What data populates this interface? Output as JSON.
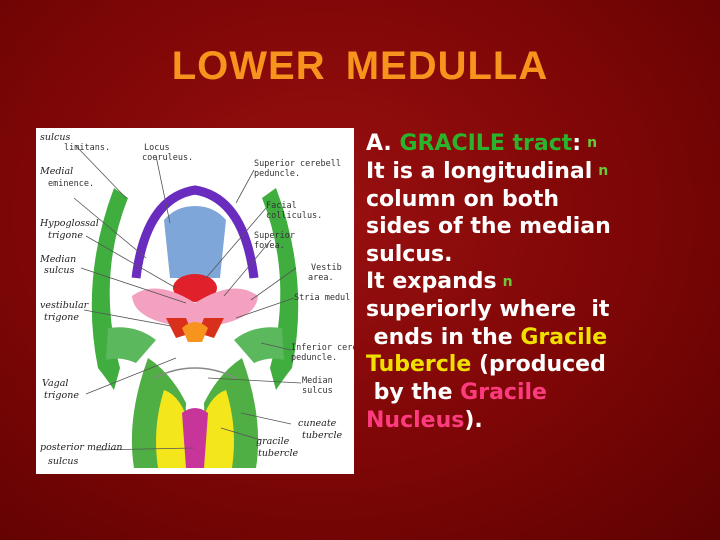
{
  "slide": {
    "title": "LOWER  MEDULLA",
    "bullet_glyph": "n",
    "text": {
      "line1_prefix": "A. ",
      "line1_highlight": "GRACILE tract",
      "line1_suffix": ":",
      "line2": "It is a longitudinal",
      "line3": "column on both",
      "line4": "sides of the median",
      "line5": "sulcus.",
      "line6": "It expands",
      "line7": "superiorly where  it",
      "line8_prefix": " ends in the ",
      "line8_highlight": "Gracile",
      "line9_highlight": "Tubercle",
      "line9_suffix": " (produced",
      "line10_prefix": " by the ",
      "line10_highlight": "Gracile",
      "line11_highlight": "Nucleus",
      "line11_suffix": ")."
    },
    "diagram_labels": {
      "sulcus_limitans_1": "sulcus",
      "sulcus_limitans_2": "limitans.",
      "locus_1": "Locus",
      "locus_2": "coeruleus.",
      "sup_cerebellar_1": "Superior cerebell",
      "sup_cerebellar_2": "peduncle.",
      "medial_eminence_1": "Medial",
      "medial_eminence_2": "eminence.",
      "facial_colliculus_1": "Facial",
      "facial_colliculus_2": "colliculus.",
      "hypoglossal_1": "Hypoglossal",
      "hypoglossal_2": "trigone",
      "superior_fovea_1": "Superior",
      "superior_fovea_2": "fovea.",
      "median_sulcus_1": "Median",
      "median_sulcus_2": "sulcus",
      "vestibular_area_1": "Vestib",
      "vestibular_area_2": "area.",
      "vestibular_trigone_1": "vestibular",
      "vestibular_trigone_2": "trigone",
      "stria_medullaris": "Stria medul",
      "inferior_peduncle_1": "Inferior cere",
      "inferior_peduncle_2": "peduncle.",
      "vagal_trigone_1": "Vagal",
      "vagal_trigone_2": "trigone",
      "median_sulcus_lower_1": "Median",
      "median_sulcus_lower_2": "sulcus",
      "cuneate_tubercle_1": "cuneate",
      "cuneate_tubercle_2": "tubercle",
      "gracile_tubercle_1": "gracile",
      "gracile_tubercle_2": "tubercle",
      "posterior_median_1": "posterior median",
      "posterior_median_2": "sulcus"
    },
    "colors": {
      "background": "#7d0606",
      "title": "#f7941d",
      "green_highlight": "#2bb42b",
      "yellow_highlight": "#f0e000",
      "pink_highlight": "#ff3b80",
      "bullet": "#66cc33"
    }
  }
}
